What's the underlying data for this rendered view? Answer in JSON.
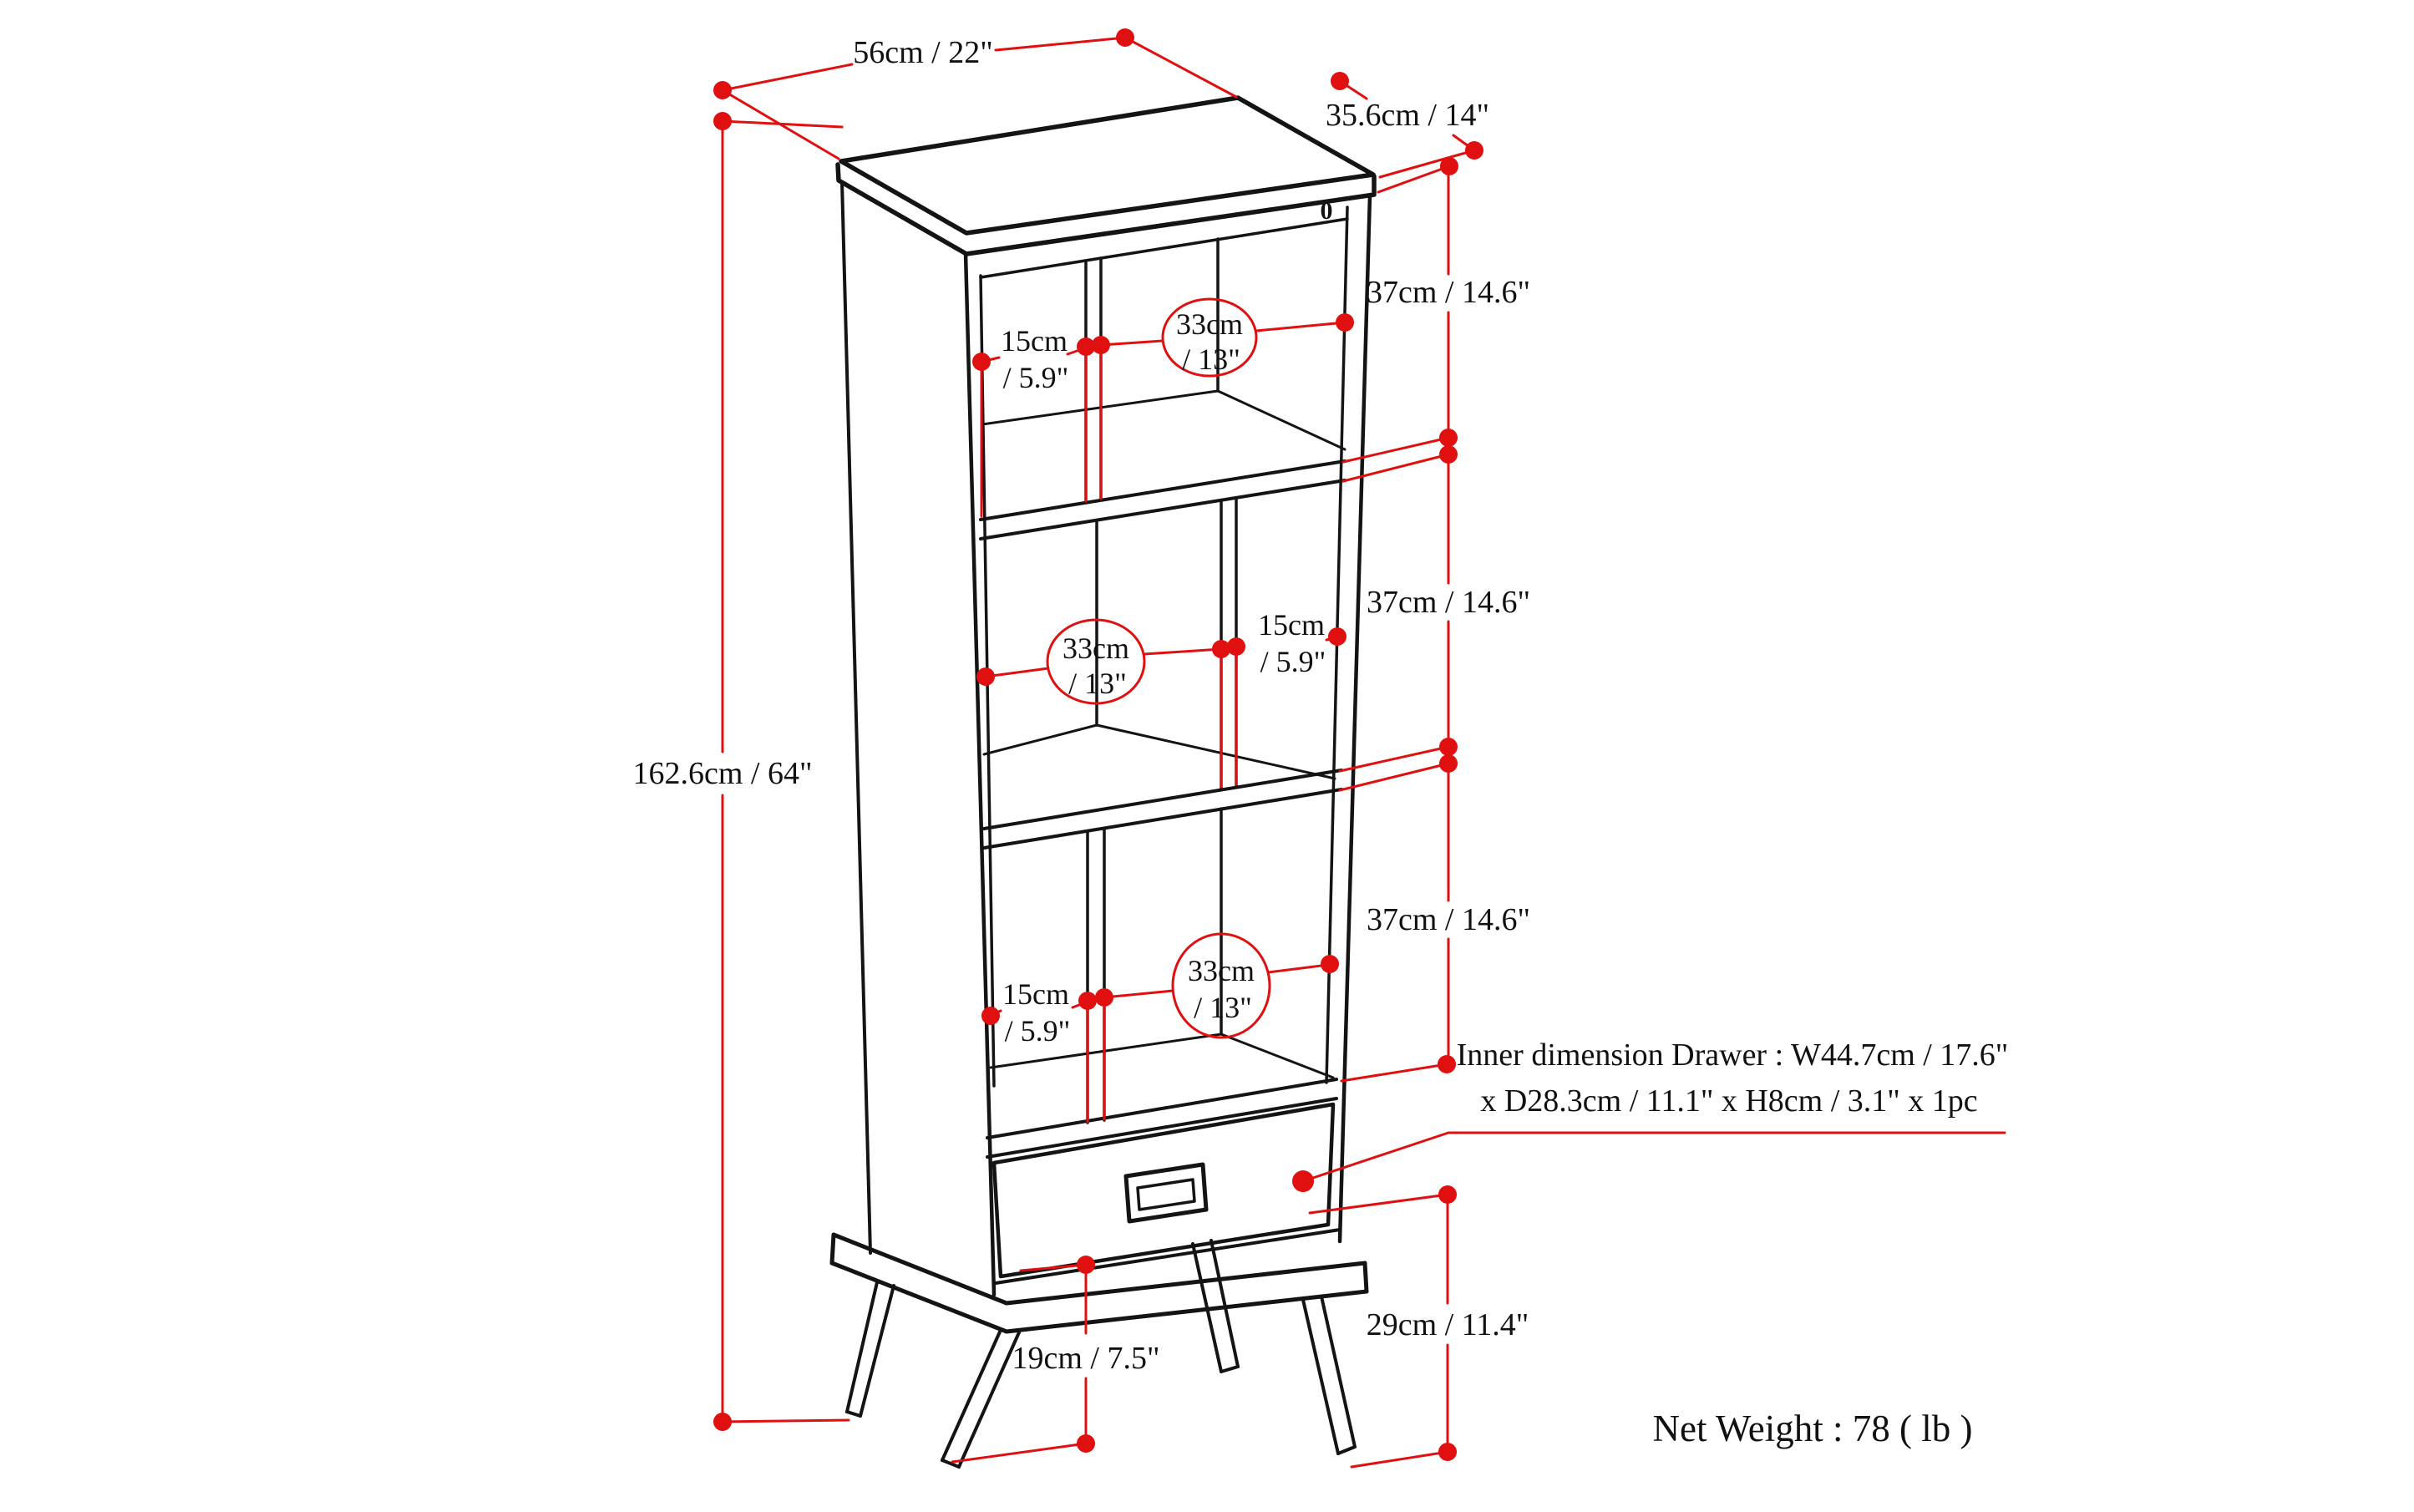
{
  "title": "Bookcase with drawer - dimension diagram",
  "colors": {
    "annotation_red": "#e01010",
    "line_black": "#141414",
    "background": "#ffffff"
  },
  "dimensions": {
    "top_width": "56cm / 22\"",
    "top_depth": "35.6cm / 14\"",
    "total_height": "162.6cm / 64\"",
    "section_height_top": "37cm / 14.6\"",
    "section_height_middle": "37cm / 14.6\"",
    "section_height_bottom": "37cm / 14.6\"",
    "base_height": "29cm / 11.4\"",
    "leg_clearance": "19cm / 7.5\""
  },
  "cubbies": [
    {
      "side_width": {
        "line1": "15cm",
        "line2": "/ 5.9\""
      },
      "opening_width": {
        "line1": "33cm",
        "line2": "/ 13\""
      }
    },
    {
      "side_width": {
        "line1": "15cm",
        "line2": "/ 5.9\""
      },
      "opening_width": {
        "line1": "33cm",
        "line2": "/ 13\""
      }
    },
    {
      "side_width": {
        "line1": "15cm",
        "line2": "/ 5.9\""
      },
      "opening_width": {
        "line1": "33cm",
        "line2": "/ 13\""
      }
    }
  ],
  "drawer_note": {
    "line1": "Inner dimension Drawer : W44.7cm / 17.6\"",
    "line2": "x D28.3cm / 11.1\" x H8cm / 3.1\" x 1pc"
  },
  "net_weight": "Net Weight : 78 ( lb )",
  "cam_mark": "0"
}
